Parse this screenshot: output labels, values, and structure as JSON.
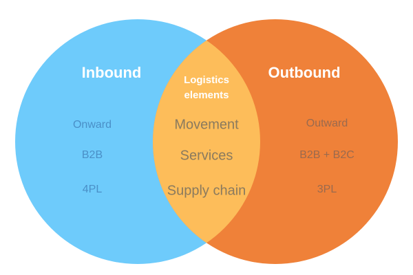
{
  "colors": {
    "inbound": "#6ecbfb",
    "outbound": "#ef8139",
    "overlap": "#fdbd5a"
  },
  "inbound": {
    "title": "Inbound",
    "items": [
      "Onward",
      "B2B",
      "4PL"
    ]
  },
  "outbound": {
    "title": "Outbound",
    "items": [
      "Outward",
      "B2B + B2C",
      "3PL"
    ]
  },
  "overlap": {
    "title_line1": "Logistics",
    "title_line2": "elements",
    "items": [
      "Movement",
      "Services",
      "Supply chain"
    ]
  }
}
